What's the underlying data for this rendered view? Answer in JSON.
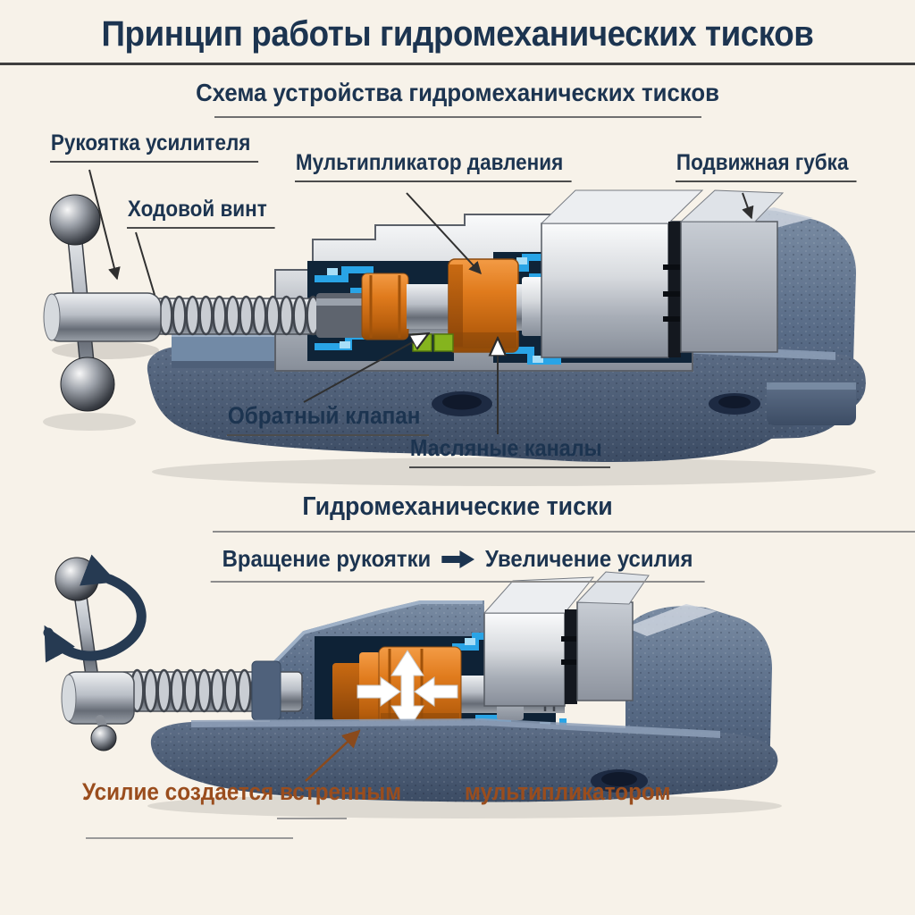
{
  "page": {
    "background": "#f7f2e9"
  },
  "header": {
    "title": "Принцип работы гидромеханических тисков"
  },
  "scheme": {
    "subtitle": "Схема устройства гидромеханических тисков",
    "labels": {
      "booster_handle": "Рукоятка усилителя",
      "lead_screw": "Ходовой винт",
      "pressure_multiplier": "Мультипликатор давления",
      "movable_jaw": "Подвижная губка",
      "check_valve": "Обратный клапан",
      "oil_channels": "Масляные каналы"
    }
  },
  "action": {
    "subtitle": "Гидромеханические тиски",
    "cause": "Вращение рукоятки",
    "effect": "Увеличение усилия",
    "caption_line1": "Усилие создается встренным",
    "caption_line2": "мультипликатором"
  },
  "colors": {
    "title_navy": "#1c3450",
    "multiplier_orange": "#e07b1d",
    "hydraulic_blue": "#29a4e6",
    "valve_green": "#85b41e",
    "caption_brown": "#9a4d1d",
    "body_blue_gray": "#5a6d88",
    "background_cream": "#f7f2e9"
  }
}
